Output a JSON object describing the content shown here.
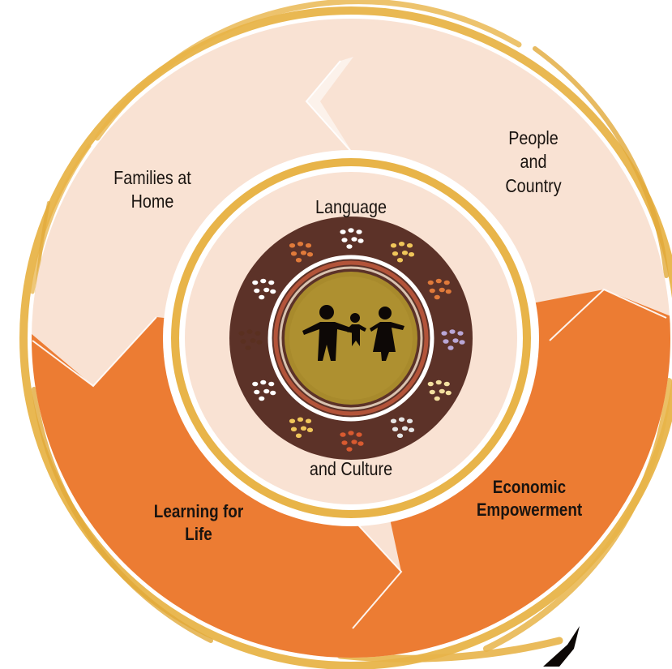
{
  "segments": {
    "families": [
      "Families at",
      "Home"
    ],
    "people": [
      "People",
      "and",
      "Country"
    ],
    "economic": [
      "Economic",
      "Empowerment"
    ],
    "learning": [
      "Learning for",
      "Life"
    ]
  },
  "center": {
    "top_label": "Language",
    "bottom_label": "and Culture"
  },
  "colors": {
    "light_segment": "#f9e2d3",
    "dark_segment": "#ec7c33",
    "gold_ring": "#e8b449",
    "artwork_brown": "#5c3228",
    "artwork_ochre": "#a88a2c"
  }
}
